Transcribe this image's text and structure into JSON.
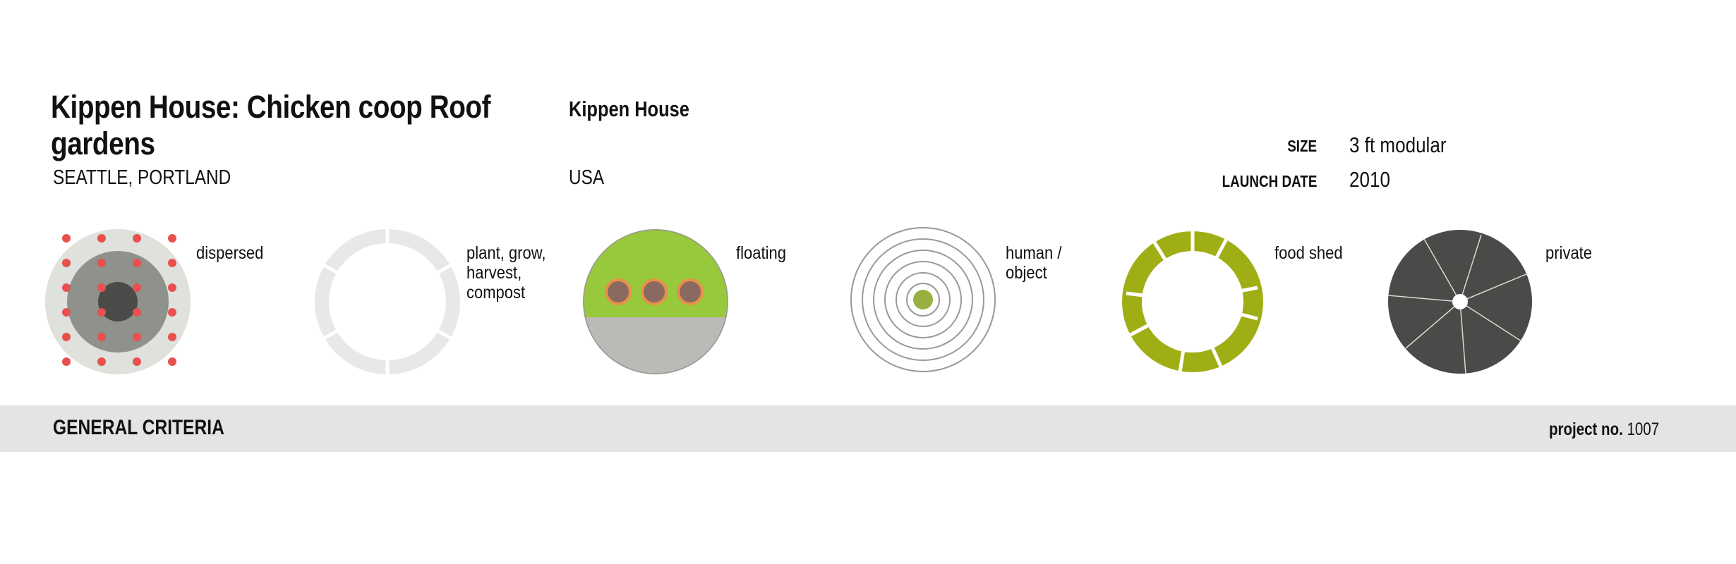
{
  "header": {
    "title_line1": "Kippen House: Chicken coop Roof",
    "title_line2": "gardens",
    "location": "SEATTLE, PORTLAND",
    "client": "Kippen House",
    "country": "USA"
  },
  "meta": {
    "size_label": "SIZE",
    "size_value": "3 ft modular",
    "launch_label": "LAUNCH DATE",
    "launch_value": "2010"
  },
  "criteria": [
    {
      "label_lines": [
        "dispersed"
      ],
      "icon": "dispersed-icon"
    },
    {
      "label_lines": [
        "plant, grow,",
        "harvest,",
        "compost"
      ],
      "icon": "cycle-ring-icon"
    },
    {
      "label_lines": [
        "floating"
      ],
      "icon": "floating-icon"
    },
    {
      "label_lines": [
        "human /",
        "object"
      ],
      "icon": "concentric-rings-icon"
    },
    {
      "label_lines": [
        "food shed"
      ],
      "icon": "segmented-ring-icon"
    },
    {
      "label_lines": [
        "private"
      ],
      "icon": "aperture-icon"
    }
  ],
  "footer": {
    "section_title": "GENERAL CRITERIA",
    "project_label": "project no.",
    "project_number": "1007"
  },
  "colors": {
    "accent_red": "#e8504f",
    "accent_green": "#a0ae16",
    "light_green": "#98c83c",
    "dark_gray": "#4a4a48",
    "footer_gray": "#e4e4e3"
  }
}
